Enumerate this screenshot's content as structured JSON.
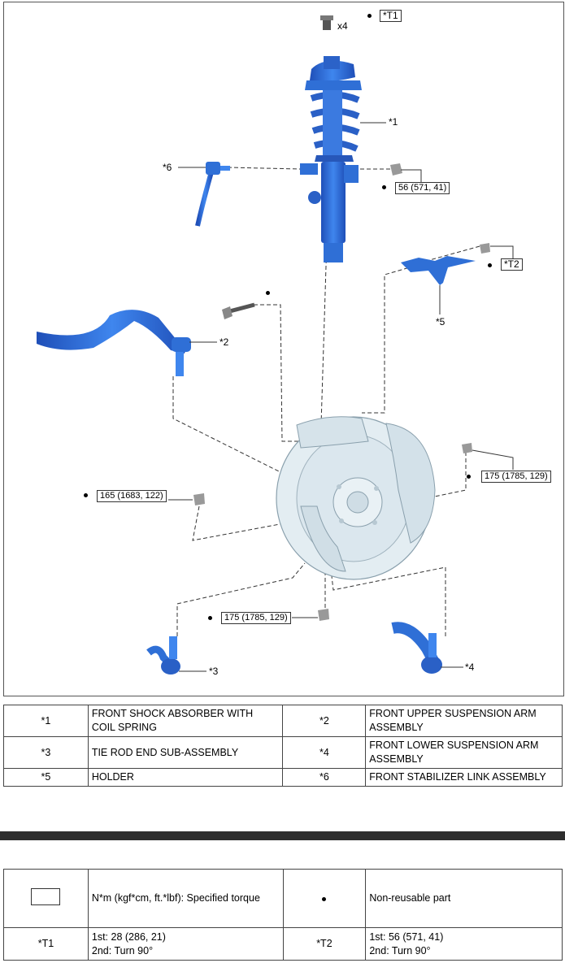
{
  "callouts": {
    "p1": "*1",
    "p2": "*2",
    "p3": "*3",
    "p4": "*4",
    "p5": "*5",
    "p6": "*6",
    "qty": "x4",
    "t1": "*T1",
    "t2": "*T2",
    "torque_56": "56 (571, 41)",
    "torque_165": "165 (1683, 122)",
    "torque_175_right": "175 (1785, 129)",
    "torque_175_bottom": "175 (1785, 129)"
  },
  "parts_table": [
    {
      "l_code": "*1",
      "l_name": "FRONT SHOCK ABSORBER WITH COIL SPRING",
      "r_code": "*2",
      "r_name": "FRONT UPPER SUSPENSION ARM ASSEMBLY"
    },
    {
      "l_code": "*3",
      "l_name": "TIE ROD END SUB-ASSEMBLY",
      "r_code": "*4",
      "r_name": "FRONT LOWER SUSPENSION ARM ASSEMBLY"
    },
    {
      "l_code": "*5",
      "l_name": "HOLDER",
      "r_code": "*6",
      "r_name": "FRONT STABILIZER LINK ASSEMBLY"
    }
  ],
  "legend_table": {
    "box_desc": "N*m (kgf*cm, ft.*lbf): Specified torque",
    "dot_desc": "Non-reusable part",
    "t1_code": "*T1",
    "t1_line1": "1st: 28 (286, 21)",
    "t1_line2": "2nd: Turn 90°",
    "t2_code": "*T2",
    "t2_line1": "1st: 56 (571, 41)",
    "t2_line2": "2nd: Turn 90°"
  },
  "colors": {
    "part_blue": "#2f6fd6",
    "knuckle_gray": "#d6e3ea",
    "line": "#333333"
  }
}
